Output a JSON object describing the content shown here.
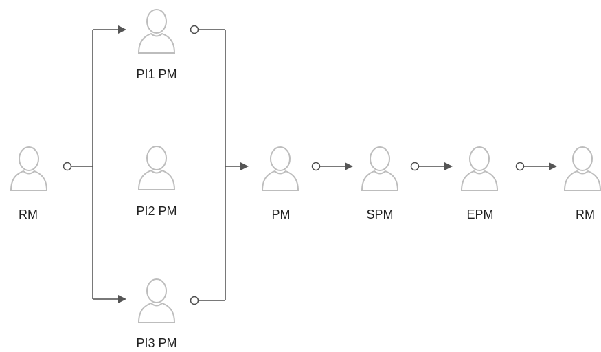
{
  "diagram": {
    "nodes": {
      "rm_start": {
        "label": "RM",
        "icon": "person-icon"
      },
      "pi1": {
        "label": "PI1 PM",
        "icon": "person-icon"
      },
      "pi2": {
        "label": "PI2 PM",
        "icon": "person-icon"
      },
      "pi3": {
        "label": "PI3 PM",
        "icon": "person-icon"
      },
      "pm": {
        "label": "PM",
        "icon": "person-icon"
      },
      "spm": {
        "label": "SPM",
        "icon": "person-icon"
      },
      "epm": {
        "label": "EPM",
        "icon": "person-icon"
      },
      "rm_end": {
        "label": "RM",
        "icon": "person-icon"
      }
    },
    "colors": {
      "connector": "#4d4d4d",
      "icon_outline": "#bdbdbd",
      "label": "#222222"
    }
  }
}
